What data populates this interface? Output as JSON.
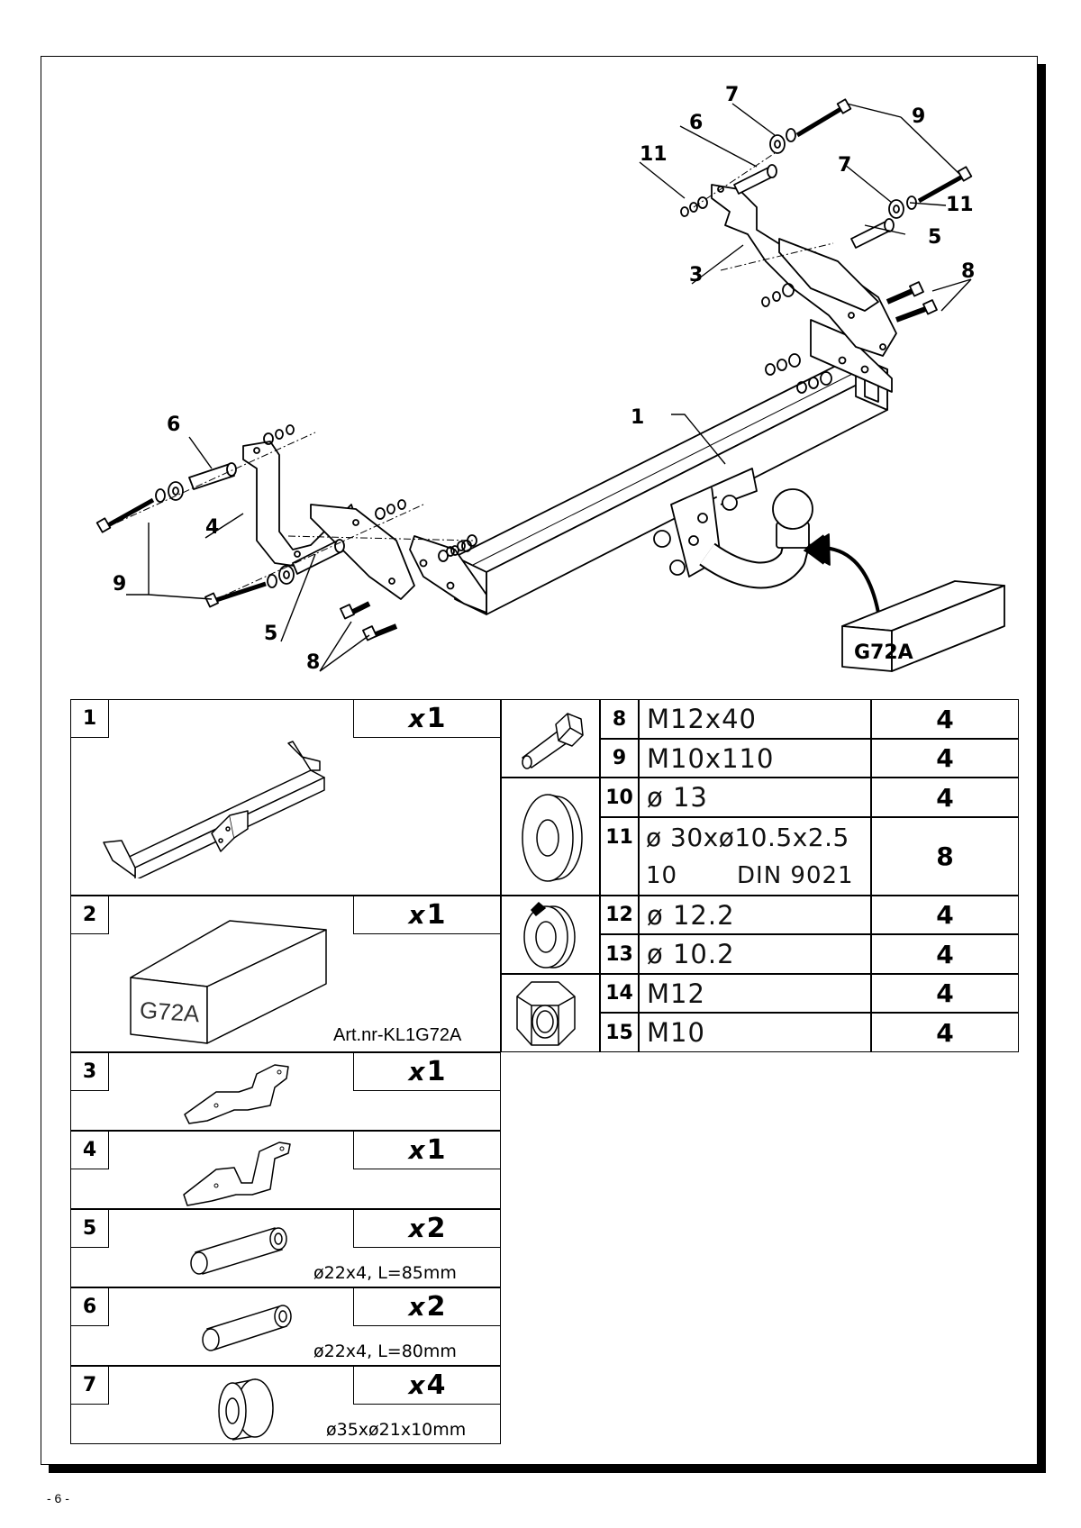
{
  "diagram": {
    "callouts": [
      {
        "id": "c1",
        "label": "1"
      },
      {
        "id": "c3",
        "label": "3"
      },
      {
        "id": "c4",
        "label": "4"
      },
      {
        "id": "c5a",
        "label": "5"
      },
      {
        "id": "c5b",
        "label": "5"
      },
      {
        "id": "c6a",
        "label": "6"
      },
      {
        "id": "c6b",
        "label": "6"
      },
      {
        "id": "c7a",
        "label": "7"
      },
      {
        "id": "c7b",
        "label": "7"
      },
      {
        "id": "c8a",
        "label": "8"
      },
      {
        "id": "c8b",
        "label": "8"
      },
      {
        "id": "c9a",
        "label": "9"
      },
      {
        "id": "c9b",
        "label": "9"
      },
      {
        "id": "c11a",
        "label": "11"
      },
      {
        "id": "c11b",
        "label": "11"
      }
    ],
    "box_label": "G72A"
  },
  "parts_left": [
    {
      "num": "1",
      "qty_prefix": "x",
      "qty": "1",
      "note": ""
    },
    {
      "num": "2",
      "qty_prefix": "x",
      "qty": "1",
      "note": "Art.nr-KL1G72A",
      "box_label": "G72A"
    },
    {
      "num": "3",
      "qty_prefix": "x",
      "qty": "1",
      "note": ""
    },
    {
      "num": "4",
      "qty_prefix": "x",
      "qty": "1",
      "note": ""
    },
    {
      "num": "5",
      "qty_prefix": "x",
      "qty": "2",
      "note": "ø22x4, L=85mm"
    },
    {
      "num": "6",
      "qty_prefix": "x",
      "qty": "2",
      "note": "ø22x4, L=80mm"
    },
    {
      "num": "7",
      "qty_prefix": "x",
      "qty": "4",
      "note": "ø35xø21x10mm"
    }
  ],
  "parts_right": [
    {
      "num": "8",
      "spec": "M12x40",
      "count": "4"
    },
    {
      "num": "9",
      "spec": "M10x110",
      "count": "4"
    },
    {
      "num": "10",
      "spec": "ø 13",
      "count": "4"
    },
    {
      "num": "11",
      "spec": "ø 30xø10.5x2.5",
      "spec2a": "10",
      "spec2b": "DIN 9021",
      "count": "8"
    },
    {
      "num": "12",
      "spec": "ø 12.2",
      "count": "4"
    },
    {
      "num": "13",
      "spec": "ø 10.2",
      "count": "4"
    },
    {
      "num": "14",
      "spec": "M12",
      "count": "4"
    },
    {
      "num": "15",
      "spec": "M10",
      "count": "4"
    }
  ],
  "icons": [
    "bolt-icon",
    "flat-washer-icon",
    "spring-washer-icon",
    "hex-nut-icon"
  ],
  "page_number": "- 6 -"
}
